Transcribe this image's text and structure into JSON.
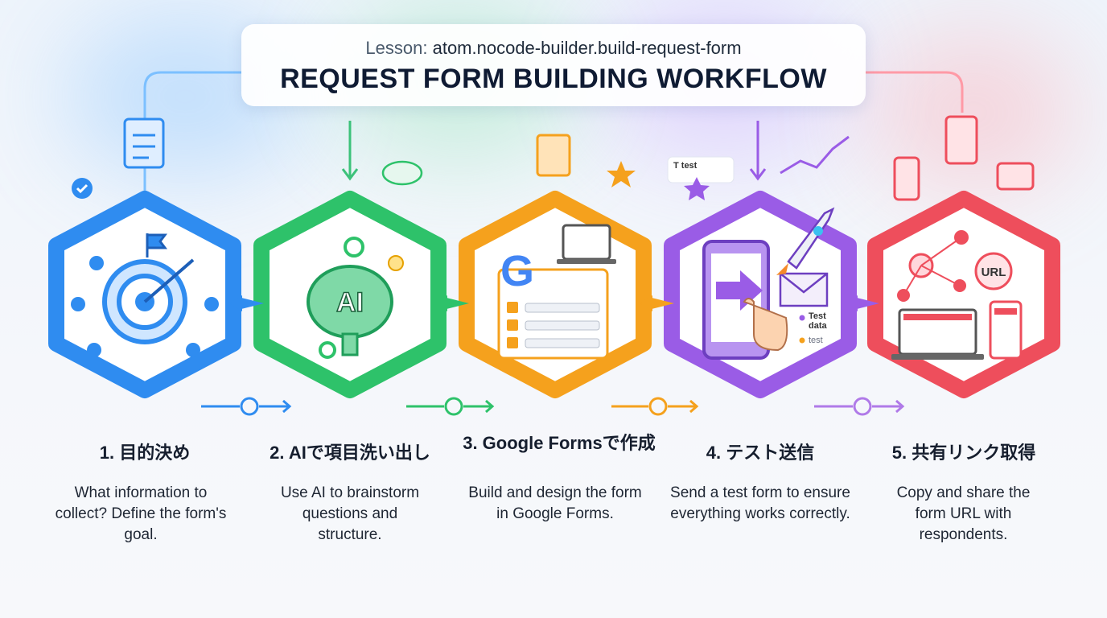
{
  "header": {
    "lesson_label": "Lesson:",
    "lesson_id": "atom.nocode-builder.build-request-form",
    "title": "REQUEST FORM BUILDING WORKFLOW"
  },
  "colors": {
    "step1": "#2f8cf0",
    "step2": "#2ec26a",
    "step3": "#f5a11d",
    "step4": "#9a5ce6",
    "step5": "#ee4e5c"
  },
  "steps": [
    {
      "title": "1. 目的決め",
      "description": "What information to collect? Define the form's goal.",
      "icon": "target-icon"
    },
    {
      "title": "2. AIで項目洗い出し",
      "description": "Use AI to brainstorm questions and structure.",
      "icon": "ai-brain-icon",
      "icon_text": "AI"
    },
    {
      "title": "3. Google Formsで作成",
      "description": "Build and design the form in Google Forms.",
      "icon": "google-forms-icon",
      "icon_text": "G"
    },
    {
      "title": "4. テスト送信",
      "description": "Send a test form to ensure everything works correctly.",
      "icon": "phone-send-icon",
      "card_text": "T test",
      "legend": [
        "Test data",
        "test"
      ]
    },
    {
      "title": "5. 共有リンク取得",
      "description": "Copy and share the form URL with respondents.",
      "icon": "share-url-icon",
      "icon_text": "URL"
    }
  ]
}
